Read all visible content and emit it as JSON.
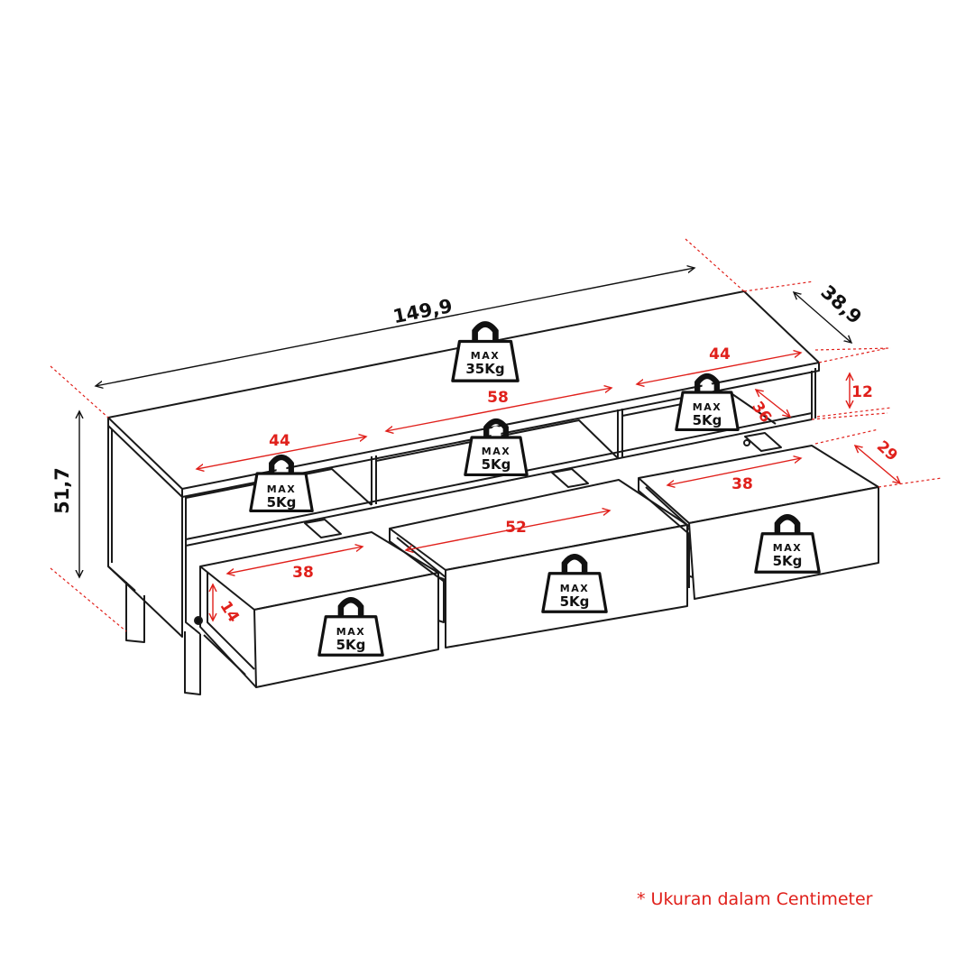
{
  "overall": {
    "width": "149,9",
    "depth": "38,9",
    "height": "51,7"
  },
  "compartments": {
    "left_width": "44",
    "center_width": "58",
    "right_width": "44",
    "right_height": "12",
    "right_depth": "36"
  },
  "drawers": {
    "left_width": "38",
    "left_height": "14",
    "center_width": "52",
    "right_width": "38",
    "right_depth": "29"
  },
  "weights": {
    "max_label": "MAX",
    "top": "35Kg",
    "left_shelf": "5Kg",
    "center_shelf": "5Kg",
    "right_shelf": "5Kg",
    "left_drawer": "5Kg",
    "center_drawer": "5Kg",
    "right_drawer": "5Kg"
  },
  "footnote": "* Ukuran dalam Centimeter",
  "colors": {
    "line": "#1a1a1a",
    "dimension_red": "#e0201b"
  }
}
